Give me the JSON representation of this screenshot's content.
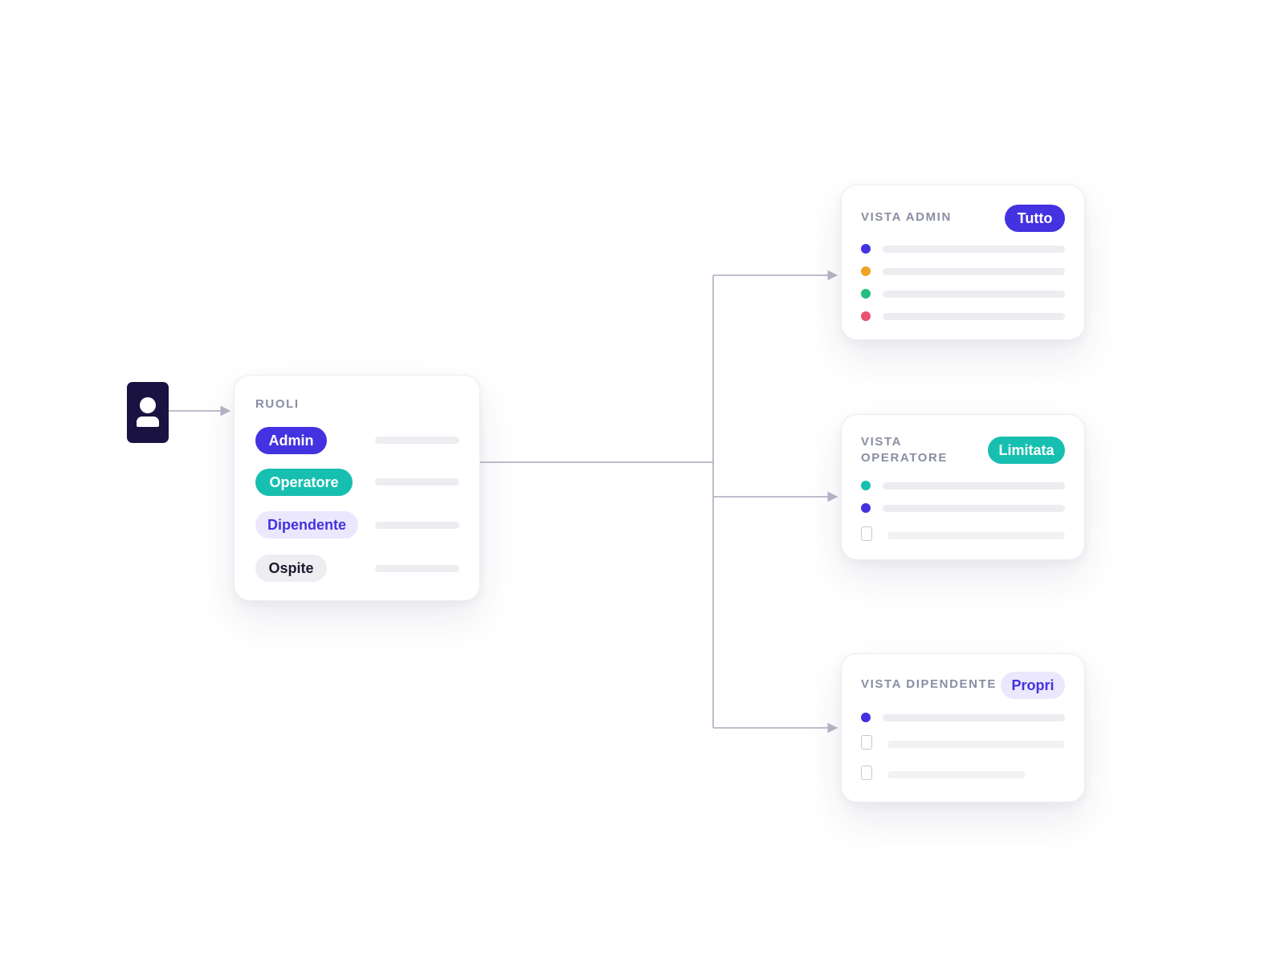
{
  "roles_card": {
    "title": "RUOLI",
    "roles": [
      {
        "label": "Admin",
        "style": "admin"
      },
      {
        "label": "Operatore",
        "style": "teal"
      },
      {
        "label": "Dipendente",
        "style": "lilac"
      },
      {
        "label": "Ospite",
        "style": "grey"
      }
    ]
  },
  "views": [
    {
      "title": "VISTA ADMIN",
      "badge": "Tutto",
      "rows": [
        {
          "type": "dot",
          "color": "#4332e0"
        },
        {
          "type": "dot",
          "color": "#f2a124"
        },
        {
          "type": "dot",
          "color": "#23bf7c"
        },
        {
          "type": "dot",
          "color": "#e9536f"
        }
      ]
    },
    {
      "title": "VISTA OPERATORE",
      "badge": "Limitata",
      "rows": [
        {
          "type": "dot",
          "color": "#17bfb0"
        },
        {
          "type": "dot",
          "color": "#4332e0"
        },
        {
          "type": "checkbox"
        }
      ]
    },
    {
      "title": "VISTA DIPENDENTE",
      "badge": "Propri",
      "rows": [
        {
          "type": "dot",
          "color": "#4332e0"
        },
        {
          "type": "checkbox"
        },
        {
          "type": "checkbox"
        }
      ]
    }
  ],
  "colors": {
    "connector": "#b4b6c6",
    "user_icon": "#1a1240",
    "admin_accent": "#4332e0",
    "teal_accent": "#17bfb0",
    "lilac_bg": "#ebe8fd",
    "placeholder_bar": "#ededf1"
  },
  "icons": {
    "user": "user-icon",
    "arrow": "arrow-right-icon"
  }
}
